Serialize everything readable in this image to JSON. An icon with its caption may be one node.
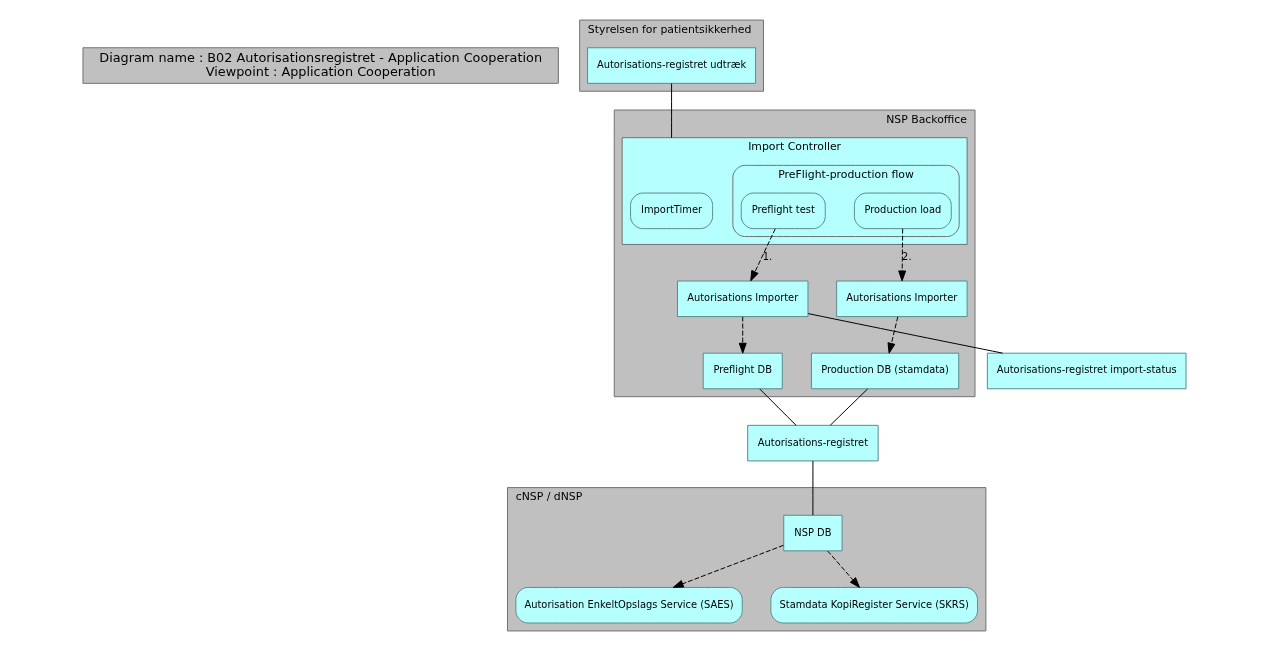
{
  "diagram": {
    "nodes": [
      {
        "text": [
          "Diagram name : B02 Autorisationsregistret - Application Cooperation",
          "Viewpoint : Application Cooperation"
        ]
      },
      {
        "text": [
          "Styrelsen for patientsikkerhed"
        ]
      },
      {
        "text": [
          "Autorisations-registret udtræk"
        ],
        "in": 1
      },
      {
        "text": [
          "NSP Backoffice"
        ]
      },
      {
        "text": [
          "Import Controller"
        ],
        "in": 3
      },
      {
        "text": [
          "ImportTimer"
        ],
        "in": 4
      },
      {
        "text": [
          "PreFlight-production flow"
        ],
        "in": 4
      },
      {
        "text": [
          "Preflight test"
        ],
        "in": 6
      },
      {
        "text": [
          "Production load"
        ],
        "in": 6
      },
      {
        "text": [
          "Autorisations Importer"
        ],
        "in": 3
      },
      {
        "text": [
          "Autorisations Importer"
        ],
        "in": 3
      },
      {
        "text": [
          "Preflight DB"
        ],
        "in": 3
      },
      {
        "text": [
          "Production DB (stamdata)"
        ],
        "in": 3
      },
      {
        "text": [
          "cNSP / dNSP"
        ]
      },
      {
        "text": [
          "Autorisation EnkeltOpslags Service (SAES)"
        ],
        "in": 13
      },
      {
        "text": [
          "NSP DB"
        ],
        "in": 13
      },
      {
        "text": [
          "Stamdata KopiRegister Service (SKRS)"
        ],
        "in": 13
      },
      {
        "text": [
          "Autorisations-registret import-status"
        ]
      },
      {
        "text": [
          "Autorisations-registret"
        ]
      }
    ],
    "edges": [
      {
        "from": 2,
        "to": 4,
        "arrow": "none"
      },
      {
        "from": 7,
        "to": 9,
        "arrow": "to",
        "label": "1.",
        "style": "dashed"
      },
      {
        "from": 8,
        "to": 10,
        "arrow": "to",
        "label": "2.",
        "style": "dashed"
      },
      {
        "from": 9,
        "to": 11,
        "arrow": "to",
        "style": "dashed"
      },
      {
        "from": 10,
        "to": 12,
        "arrow": "to",
        "style": "dashed"
      },
      {
        "from": 15,
        "to": 14,
        "arrow": "to",
        "style": "dashed"
      },
      {
        "from": 15,
        "to": 16,
        "arrow": "to",
        "style": "dashed"
      },
      {
        "from": 9,
        "to": 17,
        "arrow": "none"
      },
      {
        "from": 11,
        "to": 18,
        "arrow": "none"
      },
      {
        "from": 12,
        "to": 18,
        "arrow": "none"
      },
      {
        "from": 18,
        "to": 15,
        "arrow": "none"
      }
    ]
  }
}
